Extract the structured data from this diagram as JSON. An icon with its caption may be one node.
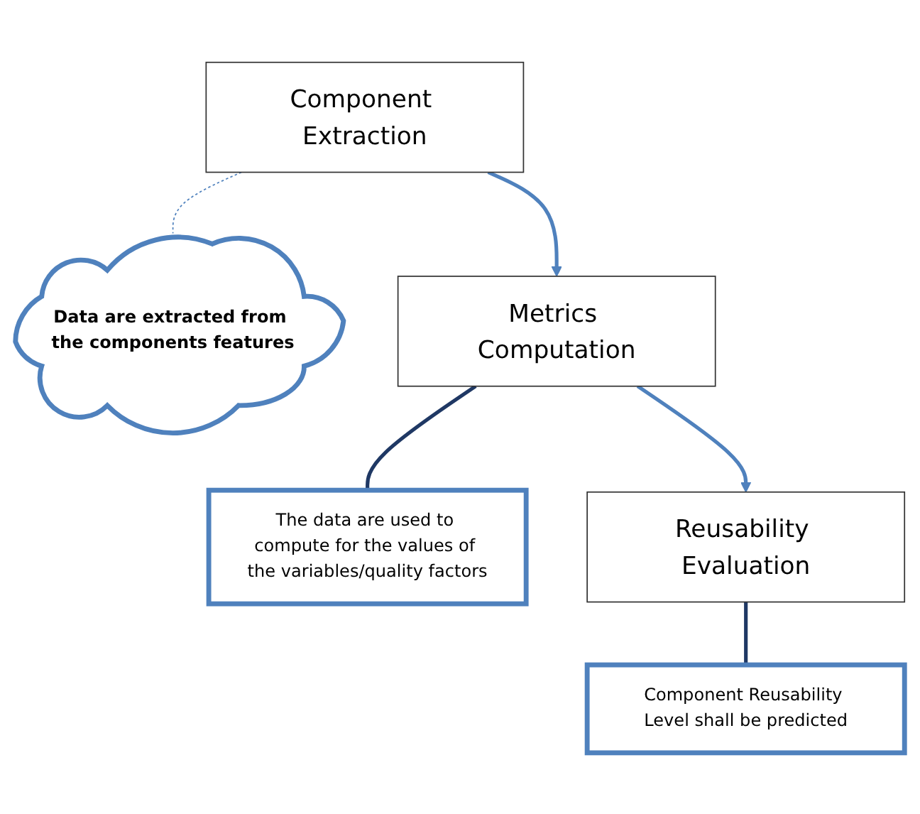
{
  "diagram": {
    "nodes": [
      {
        "text": [
          "Component Extraction"
        ]
      },
      {
        "text": [
          "Data are extracted from the components features"
        ]
      },
      {
        "text": [
          "Metrics Computation"
        ]
      },
      {
        "text": [
          "The data are used to compute for the values of the variables/quality factors"
        ]
      },
      {
        "text": [
          "Reusability Evaluation"
        ]
      },
      {
        "text": [
          "Component Reusability Level shall be predicted"
        ]
      }
    ],
    "edges": [
      {
        "from": 0,
        "to": 1,
        "arrow": "none",
        "style": "dashed",
        "color": "#4f81bd"
      },
      {
        "from": 0,
        "to": 2,
        "arrow": "to",
        "color": "#4f81bd"
      },
      {
        "from": 2,
        "to": 3,
        "arrow": "none",
        "color": "#1f3864"
      },
      {
        "from": 2,
        "to": 4,
        "arrow": "to",
        "color": "#4f81bd"
      },
      {
        "from": 4,
        "to": 5,
        "arrow": "none",
        "color": "#1f3864"
      }
    ]
  }
}
